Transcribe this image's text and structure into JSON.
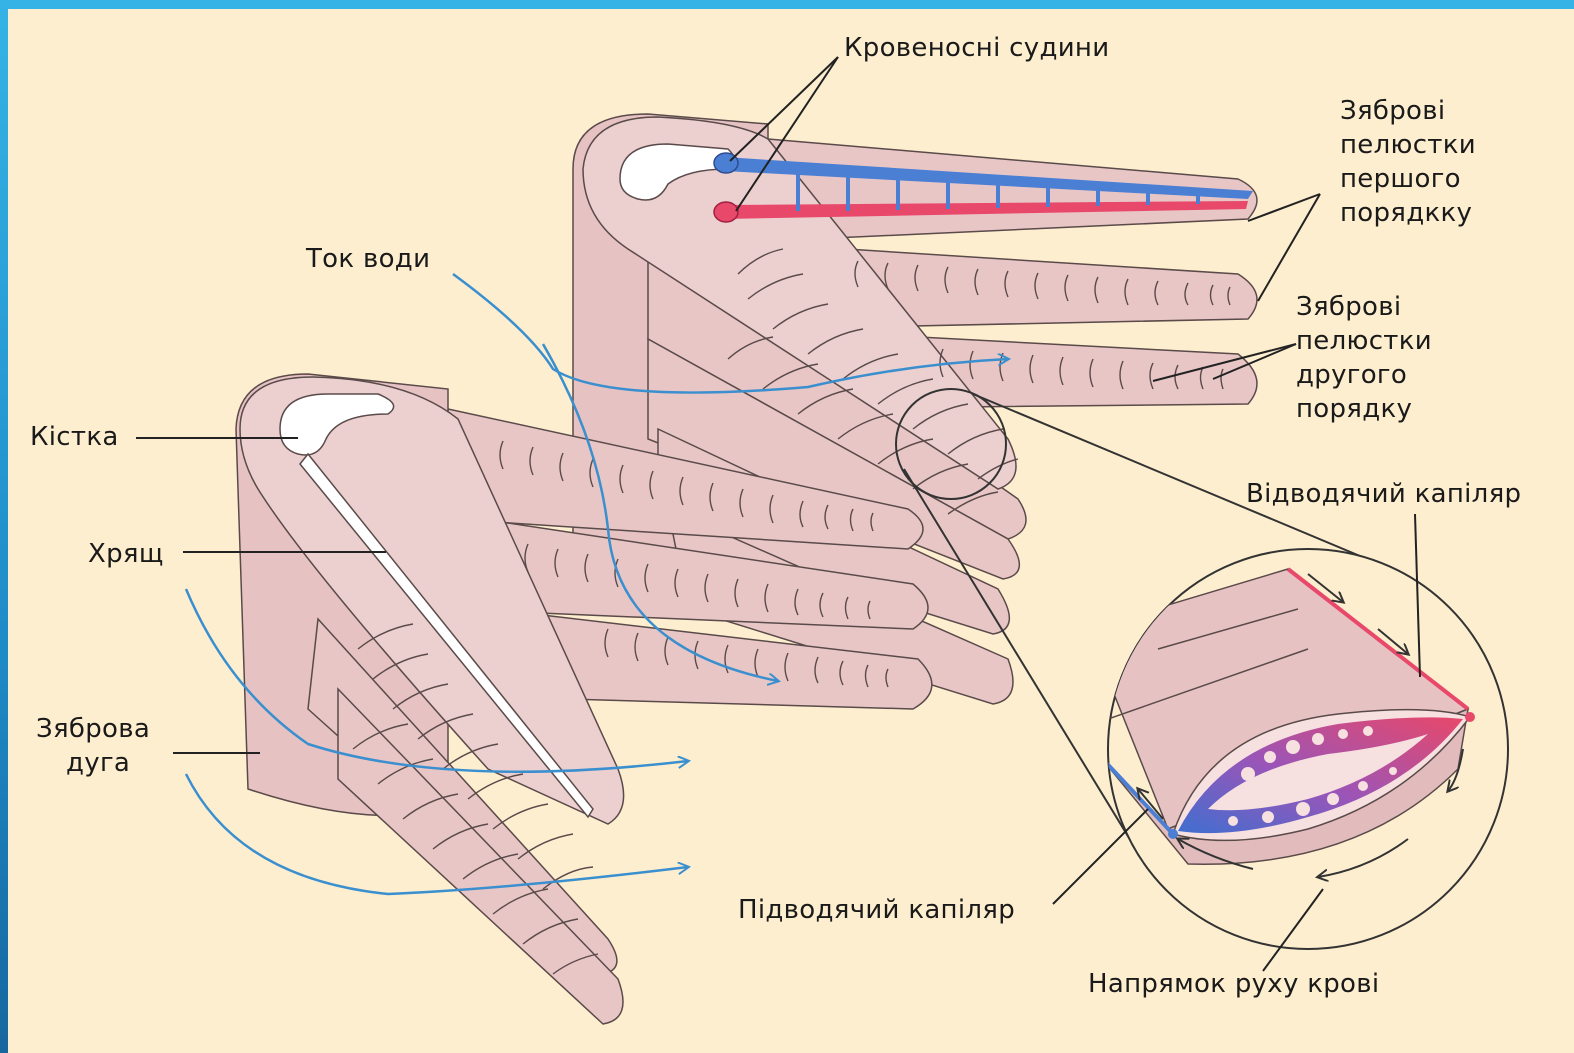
{
  "labels": {
    "blood_vessels": "Кровеносні судини",
    "primary_lamellae": [
      "Зяброві",
      "пелюстки",
      "першого",
      "порядкку"
    ],
    "secondary_lamellae": [
      "Зяброві",
      "пелюстки",
      "другого",
      "порядку"
    ],
    "water_flow": "Ток води",
    "bone": "Кістка",
    "cartilage": "Хрящ",
    "gill_arch": [
      "Зяброва",
      "дуга"
    ],
    "efferent_capillary": "Відводячий капіляр",
    "afferent_capillary": "Підводячий капіляр",
    "blood_flow_direction": "Напрямок руху крові"
  },
  "colors": {
    "background": "#fdeecf",
    "frame": "#2aa6dc",
    "tissue": "#e8c6c6",
    "tissue_outline": "#5a4a4a",
    "bone": "#ffffff",
    "vein_blue": "#4a7fd4",
    "artery_red": "#e8486a",
    "water_arrow": "#3a8fcf"
  }
}
